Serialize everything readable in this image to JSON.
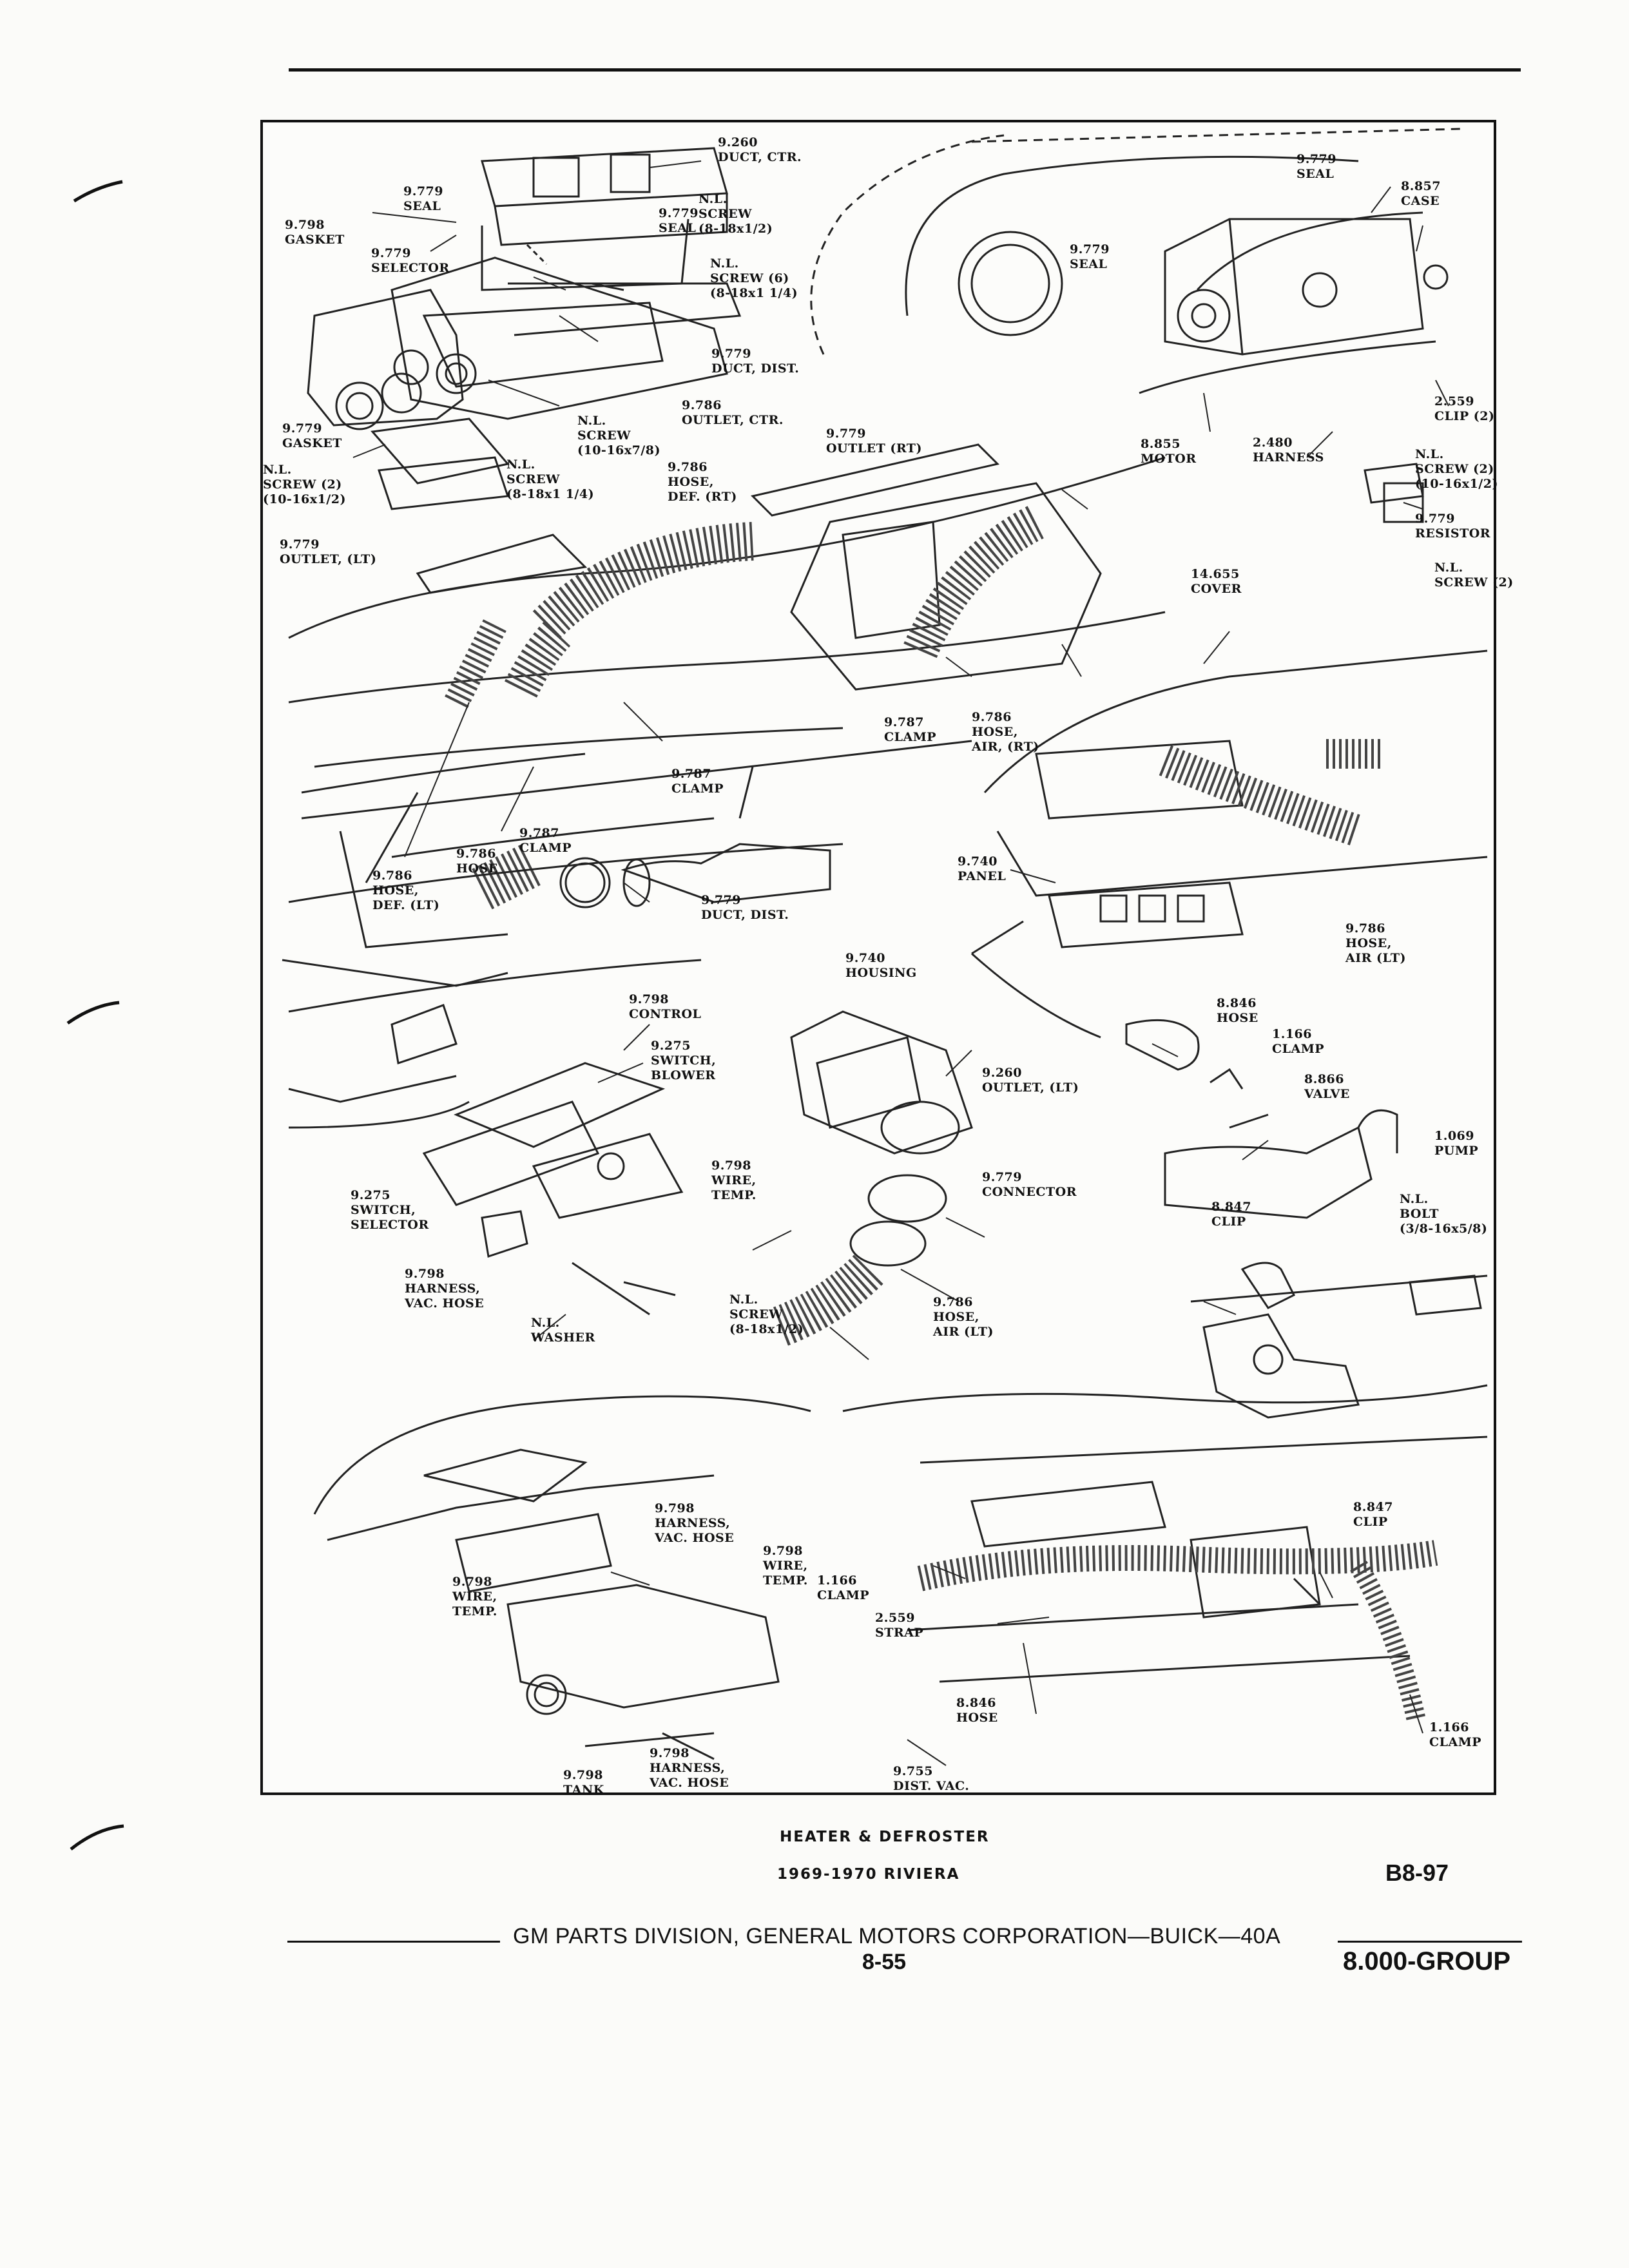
{
  "labels": {
    "duct_ctr": [
      "9.260",
      "DUCT, CTR."
    ],
    "seal_top": [
      "9.779",
      "SEAL"
    ],
    "nl_screw_seal": [
      "N.L.",
      "SCREW",
      "(8-18x1/2)"
    ],
    "seal_mid": [
      "9.779",
      "SEAL"
    ],
    "gasket_top": [
      "9.798",
      "GASKET"
    ],
    "selector": [
      "9.779",
      "SELECTOR"
    ],
    "screw_6": [
      "N.L.",
      "SCREW (6)",
      "(8-18x1 1/4)"
    ],
    "duct_dist_top": [
      "9.779",
      "DUCT, DIST."
    ],
    "outlet_ctr": [
      "9.786",
      "OUTLET, CTR."
    ],
    "nl_screw_10_16": [
      "N.L.",
      "SCREW",
      "(10-16x7/8)"
    ],
    "gasket_bottom": [
      "9.779",
      "GASKET"
    ],
    "nl_screw_2_left": [
      "N.L.",
      "SCREW (2)",
      "(10-16x1/2)"
    ],
    "nl_screw_8_18": [
      "N.L.",
      "SCREW",
      "(8-18x1 1/4)"
    ],
    "hose_def_rt": [
      "9.786",
      "HOSE,",
      "DEF. (RT)"
    ],
    "outlet_lt": [
      "9.779",
      "OUTLET, (LT)"
    ],
    "outlet_rt": [
      "9.779",
      "OUTLET (RT)"
    ],
    "seal_right": [
      "9.779",
      "SEAL"
    ],
    "case": [
      "8.857",
      "CASE"
    ],
    "seal_center_right": [
      "9.779",
      "SEAL"
    ],
    "clip_2": [
      "2.559",
      "CLIP (2)"
    ],
    "motor": [
      "8.855",
      "MOTOR"
    ],
    "harness_top": [
      "2.480",
      "HARNESS"
    ],
    "nl_screw_2_right": [
      "N.L.",
      "SCREW (2)",
      "(10-16x1/2)"
    ],
    "resistor": [
      "9.779",
      "RESISTOR"
    ],
    "nl_screw_2_far": [
      "N.L.",
      "SCREW (2)"
    ],
    "cover": [
      "14.655",
      "COVER"
    ],
    "clamp_787_mid": [
      "9.787",
      "CLAMP"
    ],
    "hose_air_rt": [
      "9.786",
      "HOSE,",
      "AIR, (RT)"
    ],
    "clamp_787_low": [
      "9.787",
      "CLAMP"
    ],
    "clamp_787_left": [
      "9.787",
      "CLAMP"
    ],
    "hose_786_left": [
      "9.786",
      "HOSE"
    ],
    "hose_def_lt": [
      "9.786",
      "HOSE,",
      "DEF. (LT)"
    ],
    "duct_dist_mid": [
      "9.779",
      "DUCT, DIST."
    ],
    "panel": [
      "9.740",
      "PANEL"
    ],
    "hose_air_lt_right": [
      "9.786",
      "HOSE,",
      "AIR (LT)"
    ],
    "control": [
      "9.798",
      "CONTROL"
    ],
    "switch_blower": [
      "9.275",
      "SWITCH,",
      "BLOWER"
    ],
    "housing": [
      "9.740",
      "HOUSING"
    ],
    "outlet_lt_mid": [
      "9.260",
      "OUTLET, (LT)"
    ],
    "hose_846_top": [
      "8.846",
      "HOSE"
    ],
    "clamp_166_top": [
      "1.166",
      "CLAMP"
    ],
    "valve": [
      "8.866",
      "VALVE"
    ],
    "pump": [
      "1.069",
      "PUMP"
    ],
    "switch_selector": [
      "9.275",
      "SWITCH,",
      "SELECTOR"
    ],
    "wire_temp_mid": [
      "9.798",
      "WIRE,",
      "TEMP."
    ],
    "connector": [
      "9.779",
      "CONNECTOR"
    ],
    "clip_847_mid": [
      "8.847",
      "CLIP"
    ],
    "nl_bolt": [
      "N.L.",
      "BOLT",
      "(3/8-16x5/8)"
    ],
    "harness_vac_hose_left": [
      "9.798",
      "HARNESS,",
      "VAC. HOSE"
    ],
    "nl_washer": [
      "N.L.",
      "WASHER"
    ],
    "nl_screw_low": [
      "N.L.",
      "SCREW",
      "(8-18x1/2)"
    ],
    "hose_air_lt_mid": [
      "9.786",
      "HOSE,",
      "AIR (LT)"
    ],
    "harness_vac_hose_low": [
      "9.798",
      "HARNESS,",
      "VAC. HOSE"
    ],
    "wire_temp_low_right": [
      "9.798",
      "WIRE,",
      "TEMP."
    ],
    "clamp_166_low": [
      "1.166",
      "CLAMP"
    ],
    "wire_temp_low_left": [
      "9.798",
      "WIRE,",
      "TEMP."
    ],
    "strap": [
      "2.559",
      "STRAP"
    ],
    "clip_847_low": [
      "8.847",
      "CLIP"
    ],
    "hose_846_low": [
      "8.846",
      "HOSE"
    ],
    "tank": [
      "9.798",
      "TANK"
    ],
    "harness_vac_hose_bottom": [
      "9.798",
      "HARNESS,",
      "VAC. HOSE"
    ],
    "dist_vac": [
      "9.755",
      "DIST. VAC."
    ],
    "clamp_166_bottom": [
      "1.166",
      "CLAMP"
    ]
  },
  "caption": {
    "title": "HEATER & DEFROSTER",
    "subtitle": "1969-1970  RIVIERA",
    "plate": "B8-97"
  },
  "footer": {
    "publisher": "GM PARTS DIVISION, GENERAL MOTORS CORPORATION—BUICK—40A",
    "page": "8-55",
    "group": "8.000-GROUP"
  }
}
